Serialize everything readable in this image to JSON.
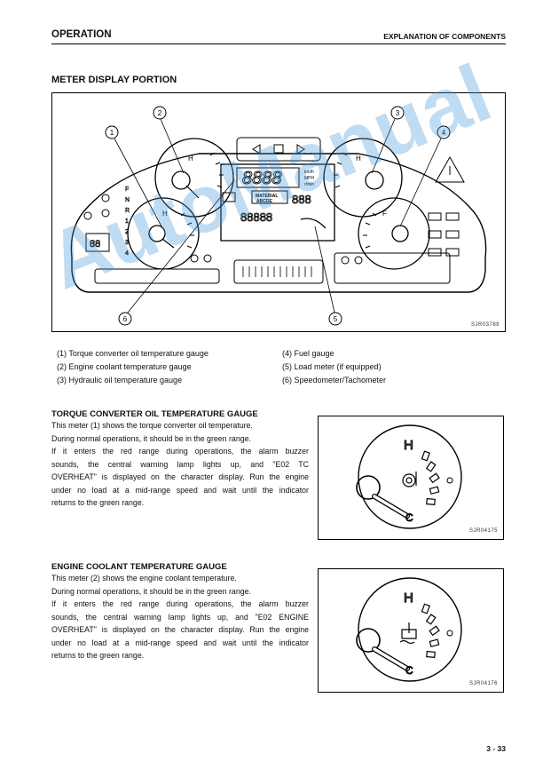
{
  "header": {
    "left": "OPERATION",
    "right": "EXPLANATION OF COMPONENTS"
  },
  "section_title": "METER DISPLAY PORTION",
  "figure_main": {
    "code": "SJR03789",
    "callouts": [
      "1",
      "2",
      "3",
      "4",
      "5",
      "6"
    ],
    "display_units": [
      "km/h",
      "MPH",
      "r/min"
    ],
    "display_labels": [
      "MATERIAL",
      "ABCDE"
    ]
  },
  "legend": {
    "left": [
      "(1)  Torque converter oil temperature gauge",
      "(2)  Engine coolant temperature gauge",
      "(3)  Hydraulic oil temperature gauge"
    ],
    "right": [
      "(4)  Fuel gauge",
      "(5)  Load meter (if equipped)",
      "(6)  Speedometer/Tachometer"
    ]
  },
  "section1": {
    "title": "TORQUE CONVERTER OIL TEMPERATURE GAUGE",
    "lines": [
      "This meter (1) shows the torque converter oil temperature.",
      "During normal operations, it should be in the green range.",
      "If it enters the red range during operations, the alarm buzzer",
      "sounds, the central warning lamp lights up, and \"E02 TC",
      "OVERHEAT\" is displayed on the character display. Run the engine",
      "under no load at a mid-range speed and wait until the indicator",
      "returns to the green range."
    ],
    "figure_code": "SJR04175",
    "gauge_high": "H",
    "gauge_low": "C"
  },
  "section2": {
    "title": "ENGINE COOLANT TEMPERATURE GAUGE",
    "lines": [
      "This meter (2) shows the engine coolant temperature.",
      "During normal operations, it should be in the green range.",
      "If it enters the red range during operations, the alarm buzzer",
      "sounds, the central warning lamp lights up, and \"E02 ENGINE",
      "OVERHEAT\" is displayed on the character display. Run the engine",
      "under no load at a mid-range speed and wait until the indicator",
      "returns to the green range."
    ],
    "figure_code": "SJR04176",
    "gauge_high": "H",
    "gauge_low": "C"
  },
  "watermark": "AutoManual",
  "page_number": "3 - 33"
}
